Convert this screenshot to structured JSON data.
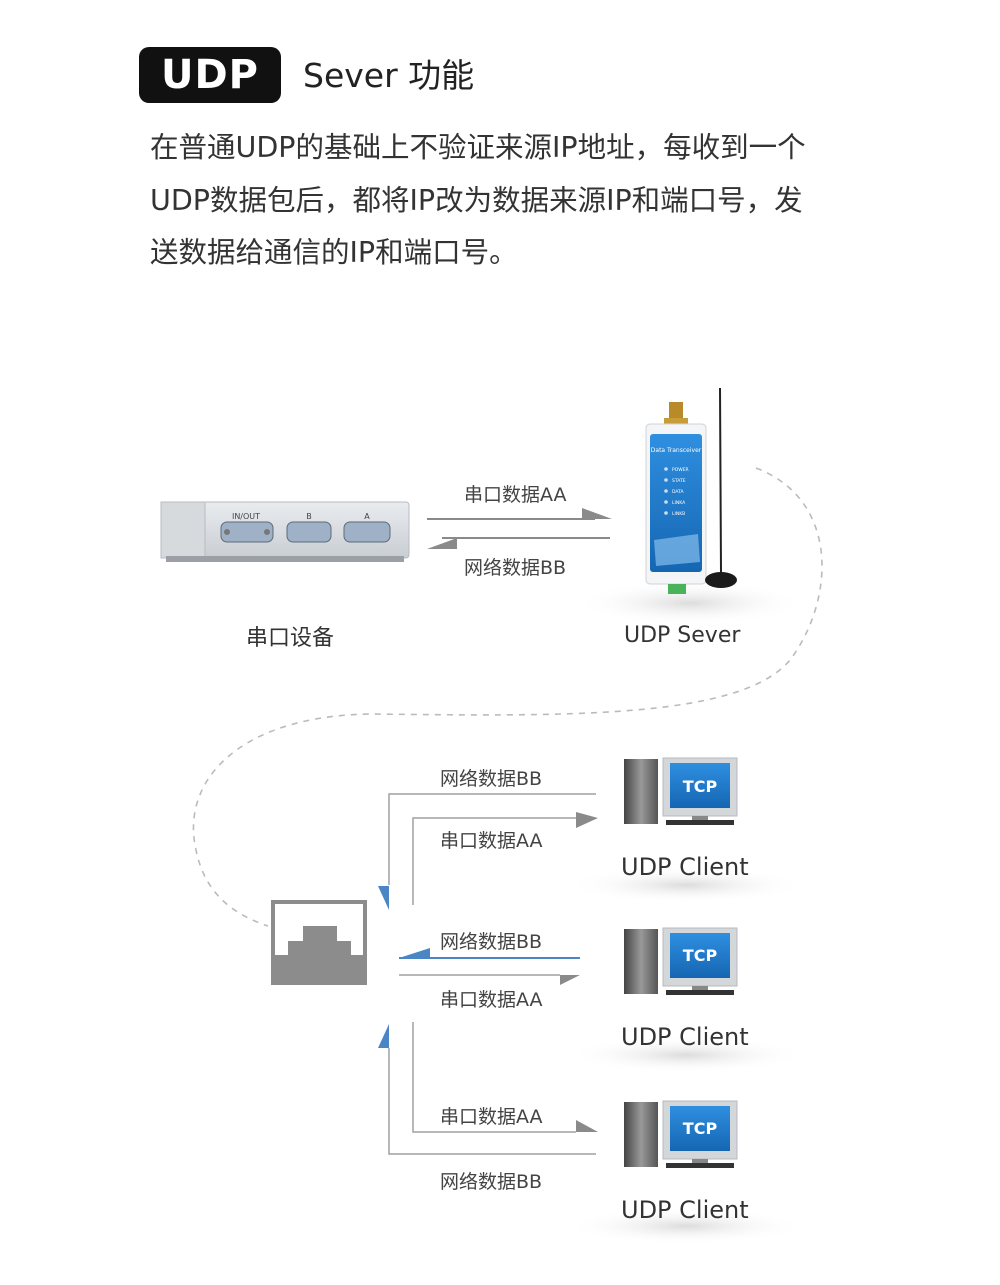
{
  "header": {
    "badge": "UDP",
    "title": "Sever 功能"
  },
  "description": {
    "lines": [
      "在普通UDP的基础上不验证来源IP地址，每收到一个",
      "UDP数据包后，都将IP改为数据来源IP和端口号，发",
      "送数据给通信的IP和端口号。"
    ]
  },
  "diagram": {
    "serial_device": {
      "label": "串口设备",
      "port_labels": [
        "IN/OUT",
        "B",
        "A"
      ]
    },
    "udp_server": {
      "label": "UDP Sever",
      "screen_title": "Data Transceiver",
      "leds": [
        "POWER",
        "STATE",
        "DATA",
        "LINKA",
        "LINKB"
      ]
    },
    "top_arrows": {
      "to_server": "串口数据AA",
      "to_device": "网络数据BB"
    },
    "clients": [
      {
        "label": "UDP Client",
        "screen": "TCP",
        "arrow_top": "网络数据BB",
        "arrow_bottom": "串口数据AA"
      },
      {
        "label": "UDP Client",
        "screen": "TCP",
        "arrow_top": "网络数据BB",
        "arrow_bottom": "串口数据AA"
      },
      {
        "label": "UDP Client",
        "screen": "TCP",
        "arrow_top": "串口数据AA",
        "arrow_bottom": "网络数据BB"
      }
    ],
    "colors": {
      "arrow_gray": "#8a8a8a",
      "arrow_blue": "#4a86c5",
      "dashed_line": "#bbbbbb",
      "device_screen": "#1f7fd0",
      "router": "#8c8c8c"
    }
  }
}
